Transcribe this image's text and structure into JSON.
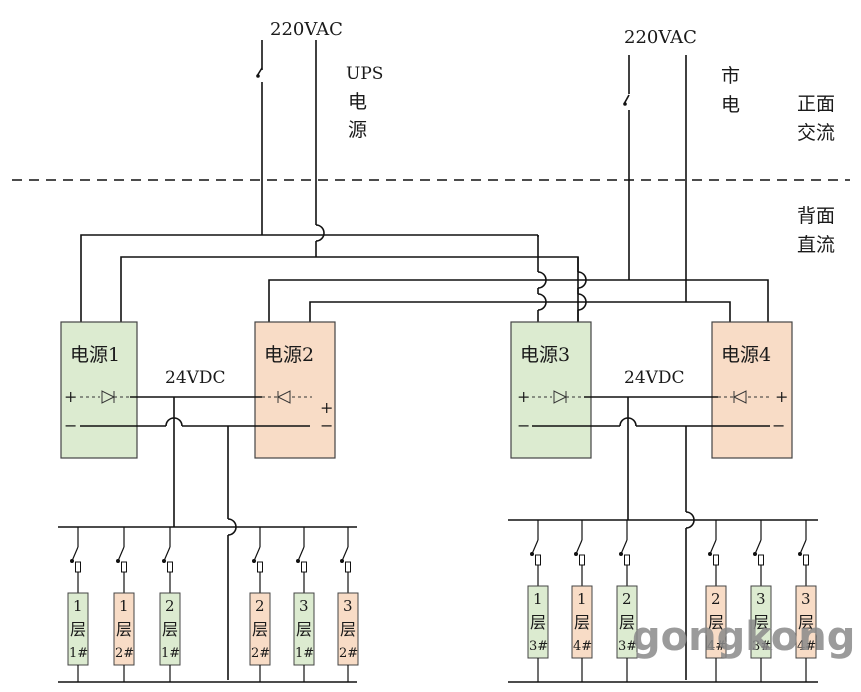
{
  "sources": {
    "left_voltage": "220VAC",
    "right_voltage": "220VAC",
    "ups_label": [
      "UPS",
      "电",
      "源"
    ],
    "mains_label": [
      "市",
      "电"
    ]
  },
  "zones": {
    "front": [
      "正面",
      "交流"
    ],
    "back": [
      "背面",
      "直流"
    ]
  },
  "dc_labels": {
    "left": "24VDC",
    "right": "24VDC"
  },
  "psu": [
    {
      "label": "电源1",
      "color": "#dcebd0"
    },
    {
      "label": "电源2",
      "color": "#f8dcc6"
    },
    {
      "label": "电源3",
      "color": "#dcebd0"
    },
    {
      "label": "电源4",
      "color": "#f8dcc6"
    }
  ],
  "terminals": {
    "plus": "+",
    "minus": "−"
  },
  "loads": [
    {
      "num": "1",
      "floor": "层",
      "id": "1#",
      "color": "#dcebd0"
    },
    {
      "num": "1",
      "floor": "层",
      "id": "2#",
      "color": "#f8dcc6"
    },
    {
      "num": "2",
      "floor": "层",
      "id": "1#",
      "color": "#dcebd0"
    },
    {
      "num": "2",
      "floor": "层",
      "id": "2#",
      "color": "#f8dcc6"
    },
    {
      "num": "3",
      "floor": "层",
      "id": "1#",
      "color": "#dcebd0"
    },
    {
      "num": "3",
      "floor": "层",
      "id": "2#",
      "color": "#f8dcc6"
    },
    {
      "num": "1",
      "floor": "层",
      "id": "3#",
      "color": "#dcebd0"
    },
    {
      "num": "1",
      "floor": "层",
      "id": "4#",
      "color": "#f8dcc6"
    },
    {
      "num": "2",
      "floor": "层",
      "id": "3#",
      "color": "#dcebd0"
    },
    {
      "num": "2",
      "floor": "层",
      "id": "4#",
      "color": "#f8dcc6"
    },
    {
      "num": "3",
      "floor": "层",
      "id": "3#",
      "color": "#dcebd0"
    },
    {
      "num": "3",
      "floor": "层",
      "id": "4#",
      "color": "#f8dcc6"
    }
  ],
  "watermark": "gongkong"
}
